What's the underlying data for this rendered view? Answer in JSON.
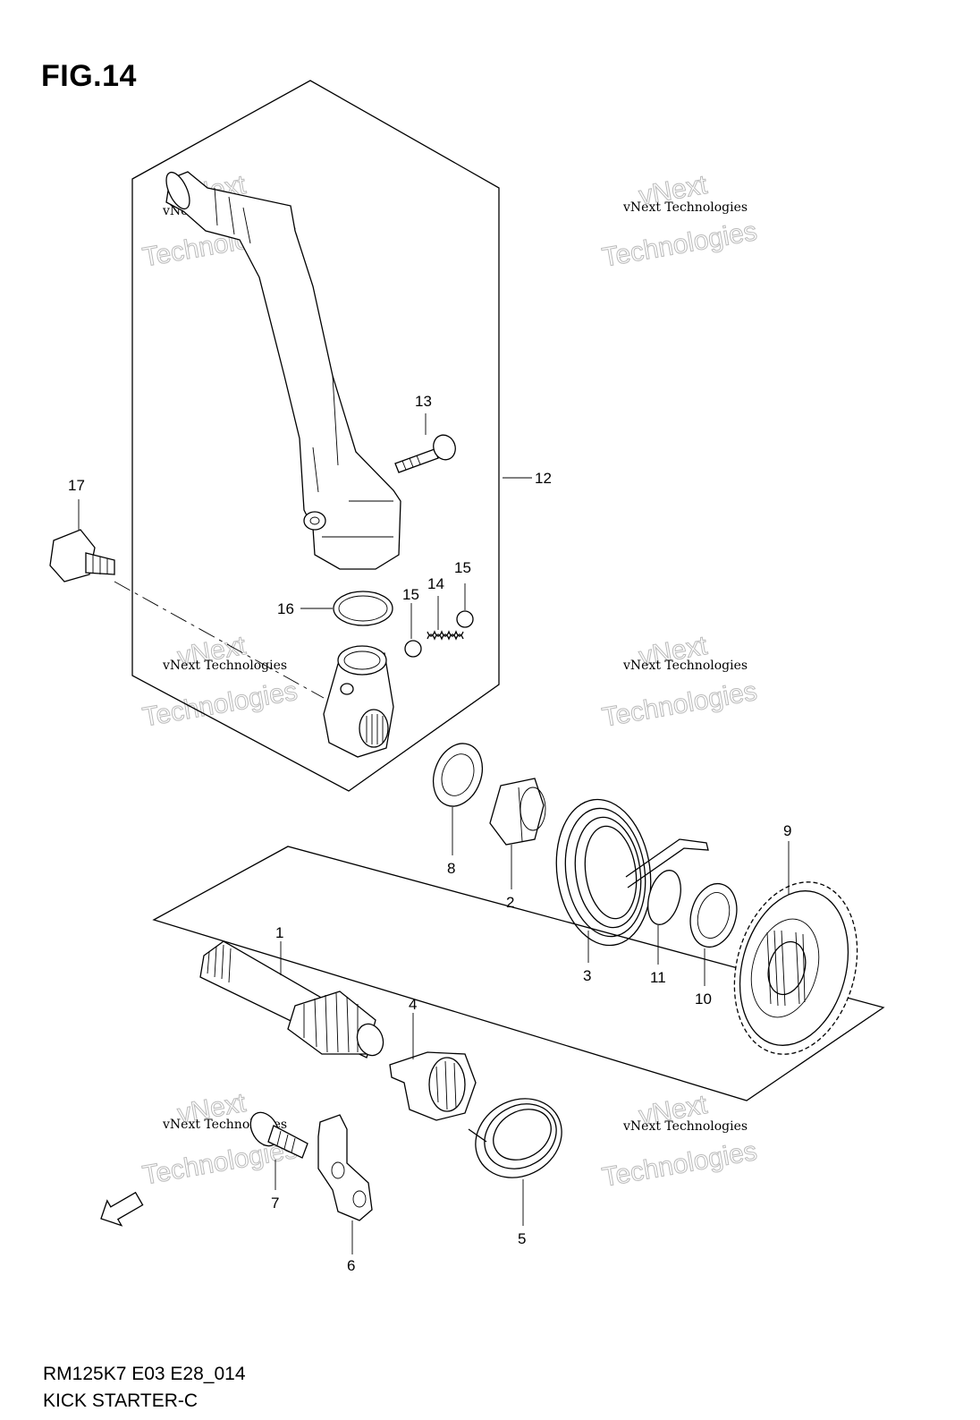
{
  "figure": {
    "title": "FIG.14",
    "caption_model": "RM125K7 E03 E28_014",
    "caption_name": "KICK STARTER-C"
  },
  "watermark": {
    "line1": "vNext Technologies",
    "line2": "vNext",
    "line3": "Technologies"
  },
  "callouts": [
    {
      "id": "1",
      "label": "1"
    },
    {
      "id": "2",
      "label": "2"
    },
    {
      "id": "3",
      "label": "3"
    },
    {
      "id": "4",
      "label": "4"
    },
    {
      "id": "5",
      "label": "5"
    },
    {
      "id": "6",
      "label": "6"
    },
    {
      "id": "7",
      "label": "7"
    },
    {
      "id": "8",
      "label": "8"
    },
    {
      "id": "9",
      "label": "9"
    },
    {
      "id": "10",
      "label": "10"
    },
    {
      "id": "11",
      "label": "11"
    },
    {
      "id": "12",
      "label": "12"
    },
    {
      "id": "13",
      "label": "13"
    },
    {
      "id": "14",
      "label": "14"
    },
    {
      "id": "15a",
      "label": "15"
    },
    {
      "id": "15b",
      "label": "15"
    },
    {
      "id": "16",
      "label": "16"
    },
    {
      "id": "17",
      "label": "17"
    }
  ],
  "fwd_marker": {
    "label": "FWD"
  }
}
